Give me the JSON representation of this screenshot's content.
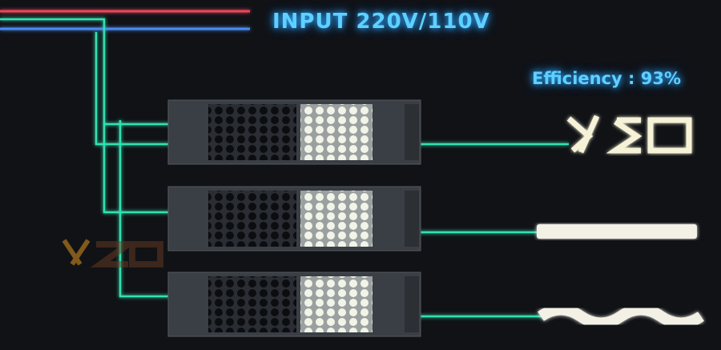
{
  "headline": "INPUT 220V/110V",
  "efficiency": "Efficiency : 93%",
  "brand_logo": "YSD",
  "watermark": "YSD",
  "colors": {
    "background": "#101216",
    "live_wire": "#e8475a",
    "neutral_wire": "#4a8cf0",
    "signal_wire": "#35e0b0",
    "text_glow": "#5fd0ff",
    "logo_accent": "#f0a020"
  },
  "power_supply_count": 3
}
